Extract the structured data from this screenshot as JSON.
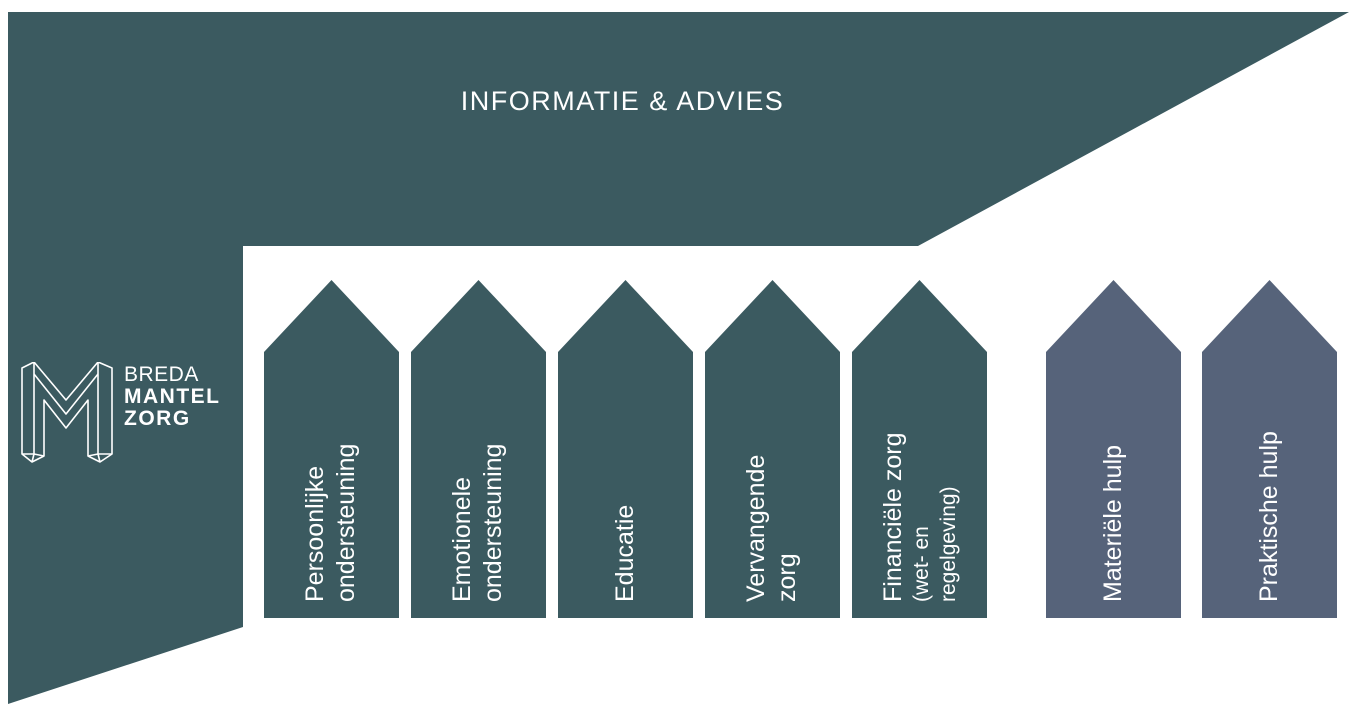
{
  "header": {
    "title": "INFORMATIE & ADVIES"
  },
  "logo": {
    "line1": "BREDA",
    "line2": "MANTEL",
    "line3": "ZORG"
  },
  "colors": {
    "primary": "#3b5a60",
    "secondary": "#56637a",
    "background": "#ffffff",
    "text": "#ffffff"
  },
  "pillars": [
    {
      "lines": [
        "Persoonlijke",
        "ondersteuning"
      ],
      "color": "primary"
    },
    {
      "lines": [
        "Emotionele",
        "ondersteuning"
      ],
      "color": "primary"
    },
    {
      "lines": [
        "Educatie"
      ],
      "color": "primary"
    },
    {
      "lines": [
        "Vervangende",
        "zorg"
      ],
      "color": "primary"
    },
    {
      "lines": [
        "Financiële zorg",
        "(wet- en",
        "regelgeving)"
      ],
      "color": "primary"
    },
    {
      "lines": [
        "Materiële hulp"
      ],
      "color": "secondary"
    },
    {
      "lines": [
        "Praktische hulp"
      ],
      "color": "secondary"
    }
  ]
}
